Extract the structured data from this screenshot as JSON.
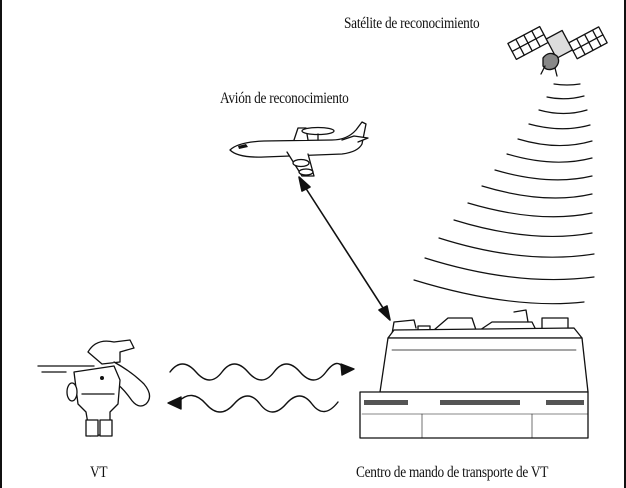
{
  "labels": {
    "satellite": "Satélite de reconocimiento",
    "airplane": "Avión de reconocimiento",
    "vehicle": "VT",
    "command_center": "Centro de mando de transporte de VT"
  },
  "colors": {
    "ink": "#111111",
    "background": "#ffffff"
  },
  "icons": [
    "satellite-icon",
    "airplane-icon",
    "vehicle-icon",
    "command-center-icon"
  ]
}
